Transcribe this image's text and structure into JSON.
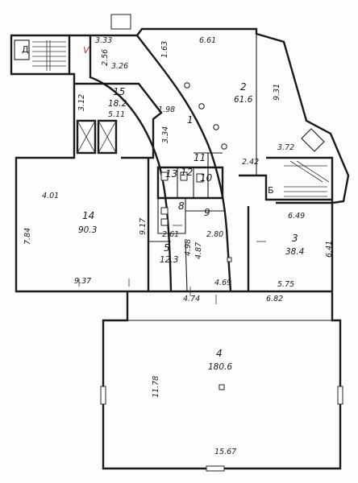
{
  "stair_letters": [
    "Д",
    "Б"
  ],
  "red_mark": "V",
  "rooms": [
    {
      "id": "1",
      "number": "1",
      "area": ""
    },
    {
      "id": "2",
      "number": "2",
      "area": "61.6"
    },
    {
      "id": "3",
      "number": "3",
      "area": "38.4"
    },
    {
      "id": "4",
      "number": "4",
      "area": "180.6"
    },
    {
      "id": "5",
      "number": "5",
      "area": "12.3"
    },
    {
      "id": "8",
      "number": "8",
      "area": ""
    },
    {
      "id": "9",
      "number": "9",
      "area": ""
    },
    {
      "id": "10",
      "number": "10",
      "area": ""
    },
    {
      "id": "11",
      "number": "11",
      "area": ""
    },
    {
      "id": "12",
      "number": "12",
      "area": ""
    },
    {
      "id": "13",
      "number": "13",
      "area": ""
    },
    {
      "id": "14",
      "number": "14",
      "area": "90.3"
    },
    {
      "id": "15",
      "number": "15",
      "area": "18.2"
    }
  ],
  "dimensions": [
    "3.33",
    "2.56",
    "1.63",
    "6.61",
    "3.26",
    "9.31",
    "3.12",
    "5.11",
    "1.98",
    "3.34",
    "3.72",
    "2.42",
    "4.01",
    "7.84",
    "9.17",
    "6.49",
    "2.61",
    "4.98",
    "4.87",
    "2.80",
    "6.41",
    "9.37",
    "4.69",
    "5.75",
    "4.74",
    "6.82",
    "11.78",
    "15.67"
  ]
}
